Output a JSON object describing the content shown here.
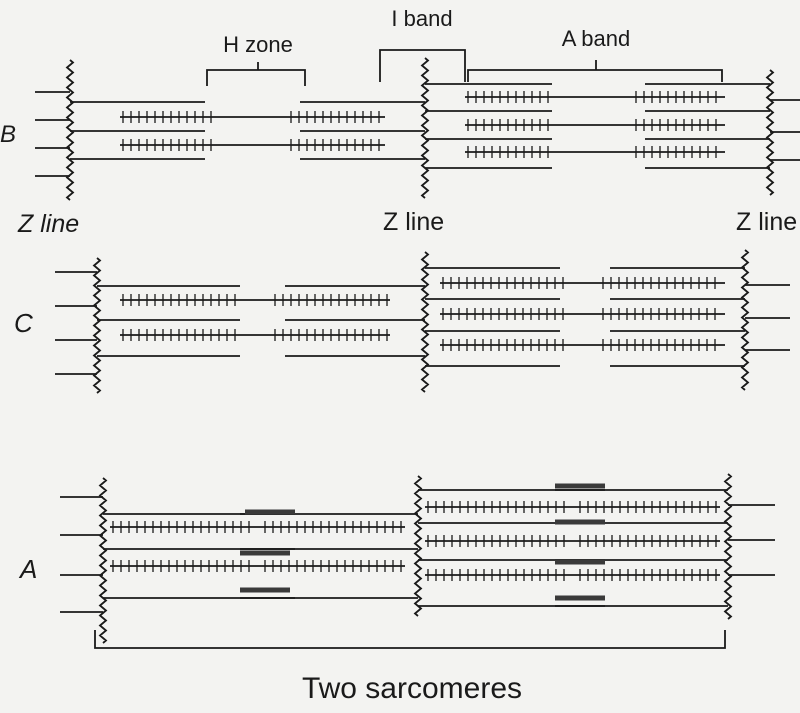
{
  "labels": {
    "h_zone": "H zone",
    "i_band": "I band",
    "a_band": "A band",
    "z_line_1": "Z line",
    "z_line_2": "Z line",
    "z_line_3": "Z line",
    "panel_b": "B",
    "panel_c": "C",
    "panel_a": "A",
    "caption": "Two sarcomeres"
  },
  "colors": {
    "ink": "#1a1a1a",
    "background": "#f3f3f1",
    "marker": "#3a3a3a"
  }
}
